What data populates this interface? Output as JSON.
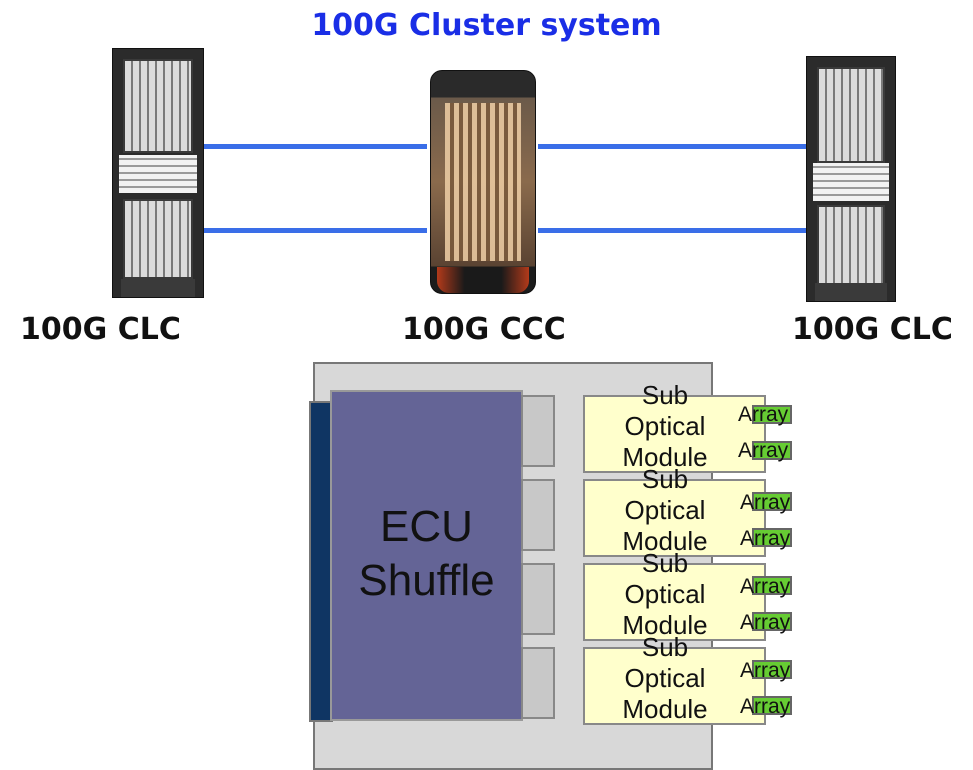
{
  "title": "100G Cluster system",
  "colors": {
    "title": "#1a2ee6",
    "link": "#3a6ee8",
    "ecu": "#646496",
    "module": "#ffffcc",
    "array": "#66cc33",
    "bar": "#0f3563"
  },
  "devices": {
    "left": "100G CLC",
    "center": "100G CCC",
    "right": "100G CLC"
  },
  "ecu": {
    "line1": "ECU",
    "line2": "Shuffle"
  },
  "modules": [
    {
      "line1": "Sub",
      "line2": "Optical",
      "line3": "Module",
      "arrays": [
        "Array",
        "Array"
      ]
    },
    {
      "line1": "Sub",
      "line2": "Optical",
      "line3": "Module",
      "arrays": [
        "Array",
        "Array"
      ]
    },
    {
      "line1": "Sub",
      "line2": "Optical",
      "line3": "Module",
      "arrays": [
        "Array",
        "Array"
      ]
    },
    {
      "line1": "Sub",
      "line2": "Optical",
      "line3": "Module",
      "arrays": [
        "Array",
        "Array"
      ]
    }
  ]
}
